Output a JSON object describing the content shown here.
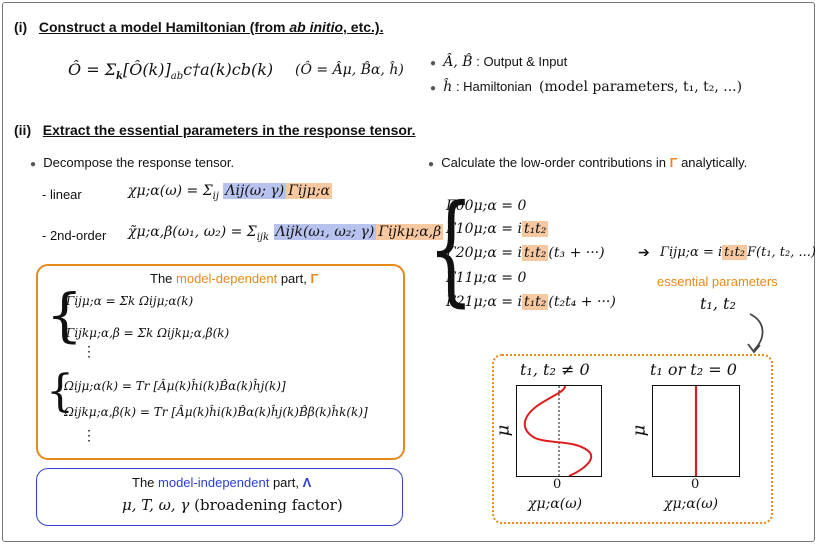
{
  "section1": {
    "num": "(i)",
    "title": "Construct a model Hamiltonian (from ",
    "title_italic": "ab initio",
    "title_end": ", etc.).",
    "formula_main": "Ô = Σ",
    "formula_sub": "k",
    "formula_rest": "[Ô(k)]",
    "formula_ab": "ab",
    "formula_tail": "c†a(k)cb(k)",
    "formula_paren": "(Ô = Âμ, B̂α, ĥ)",
    "bullet1_math": "Â, B̂",
    "bullet1_text": ": Output & Input",
    "bullet2_math": "ĥ",
    "bullet2_text": ": Hamiltonian",
    "bullet2_paren": "(model parameters, t₁, t₂, ...)"
  },
  "section2": {
    "num": "(ii)",
    "title": "Extract the essential parameters in the response tensor.",
    "left_bullet": "Decompose the response tensor.",
    "linear_label": "-  linear",
    "linear_lhs": "χμ;α(ω) = Σ",
    "linear_sub": "ij",
    "linear_lambda": "Λij(ω; γ)",
    "linear_gamma": "Γijμ;α",
    "second_label": "-  2nd-order",
    "second_lhs": "χ̃μ;α,β(ω₁, ω₂) = Σ",
    "second_sub": "ijk",
    "second_lambda": "Λijk(ω₁, ω₂; γ)",
    "second_gamma": "Γijkμ;α,β",
    "right_bullet_pre": "Calculate the low-order contributions in ",
    "right_bullet_gamma": "Γ",
    "right_bullet_post": " analytically."
  },
  "model_dependent": {
    "title_pre": "The ",
    "title_hl": "model-dependent",
    "title_post": " part, ",
    "title_sym": "Γ",
    "eq1": "Γijμ;α = Σk Ωijμ;α(k)",
    "eq2": "Γijkμ;α,β = Σk Ωijkμ;α,β(k)",
    "vdots1": "⋮",
    "eq3": "Ωijμ;α(k) = Tr [Âμ(k)ĥi(k)B̂α(k)ĥj(k)]",
    "eq4": "Ωijkμ;α,β(k) = Tr [Âμ(k)ĥi(k)B̂α(k)ĥj(k)B̂β(k)ĥk(k)]",
    "vdots2": "⋮"
  },
  "model_independent": {
    "title_pre": "The ",
    "title_hl": "model-independent",
    "title_post": " part, ",
    "title_sym": "Λ",
    "params": "μ, T, ω, γ",
    "params_note": "(broadening factor)"
  },
  "contributions": {
    "g00_lhs": "Γ00μ;α",
    "g00_rhs": "= 0",
    "g10_lhs": "Γ10μ;α",
    "g10_rhs_pre": "= i",
    "g10_hl": "t₁t₂",
    "g20_lhs": "Γ20μ;α",
    "g20_rhs_pre": "= i",
    "g20_hl": "t₁t₂",
    "g20_rhs_post": "(t₃ + ···)",
    "g11_lhs": "Γ11μ;α",
    "g11_rhs": "= 0",
    "g21_lhs": "Γ21μ;α",
    "g21_rhs_pre": "= i",
    "g21_hl": "t₁t₂",
    "g21_rhs_post": "(t₂t₄ + ···)",
    "result_lhs": "Γijμ;α = i",
    "result_hl": "t₁t₂",
    "result_post": "F(t₁, t₂, ...)",
    "essential_label": "essential parameters",
    "essential_vars": "t₁, t₂"
  },
  "plots": {
    "left_title": "t₁, t₂ ≠ 0",
    "right_title": "t₁ or t₂ = 0",
    "ylabel": "μ",
    "zero": "0",
    "xlabel": "χμ;α(ω)"
  },
  "colors": {
    "orange": "#e8891b",
    "blue": "#2b3fd0",
    "red": "#e01b1b"
  }
}
